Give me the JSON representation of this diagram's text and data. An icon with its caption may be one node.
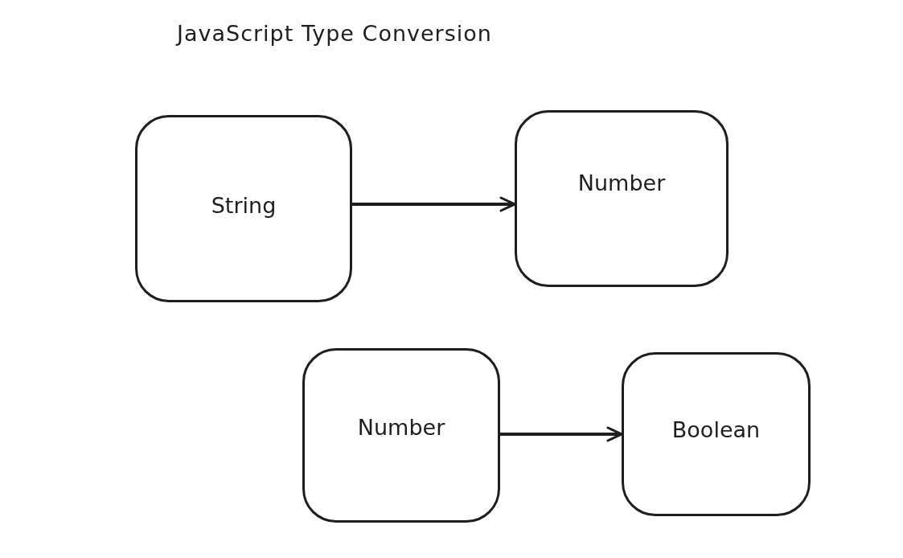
{
  "diagram": {
    "title": "JavaScript Type Conversion",
    "nodes": [
      {
        "text": [
          "String"
        ]
      },
      {
        "text": [
          "Number"
        ]
      },
      {
        "text": [
          "Number"
        ]
      },
      {
        "text": [
          "Boolean"
        ]
      }
    ],
    "edges": [
      {
        "from": 0,
        "to": 1,
        "arrow": "to"
      },
      {
        "from": 2,
        "to": 3,
        "arrow": "to"
      }
    ]
  }
}
